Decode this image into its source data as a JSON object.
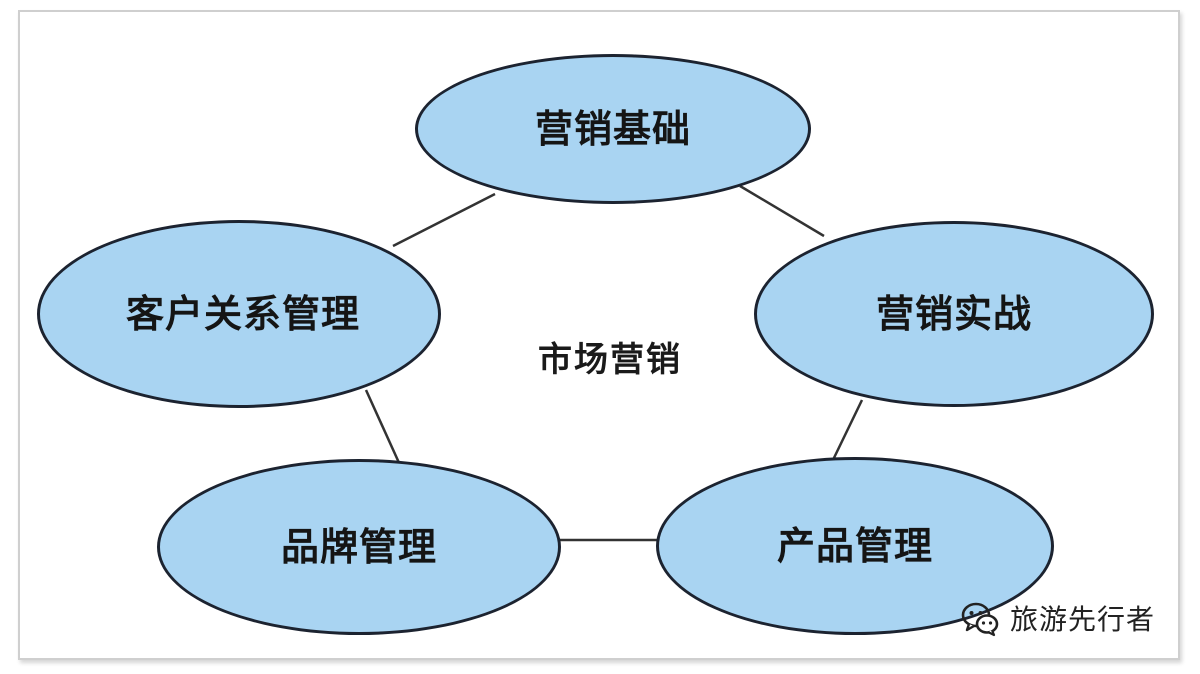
{
  "diagram": {
    "center": {
      "label": "市场营销"
    },
    "nodes": {
      "basics": {
        "label": "营销基础"
      },
      "practice": {
        "label": "营销实战"
      },
      "crm": {
        "label": "客户关系管理"
      },
      "brand": {
        "label": "品牌管理"
      },
      "product": {
        "label": "产品管理"
      }
    },
    "colors": {
      "node_fill": "#a9d4f2",
      "node_stroke": "#1c2330",
      "connector": "#333333"
    }
  },
  "watermark": {
    "icon": "wechat-icon",
    "text": "旅游先行者"
  }
}
